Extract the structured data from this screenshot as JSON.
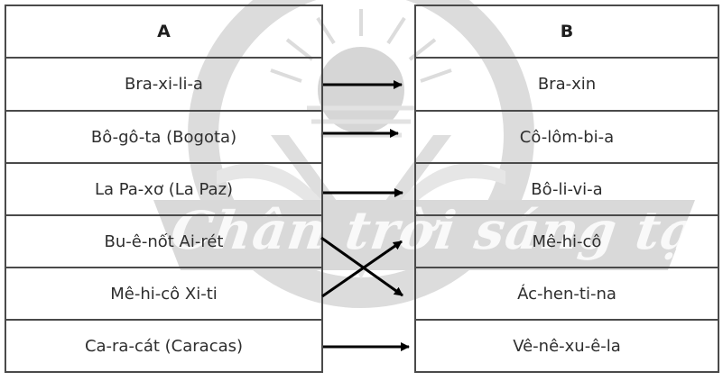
{
  "watermark": {
    "text": "Chân trời sáng tạo",
    "logo": "sun-and-open-book-logo",
    "color": "#d9d9d9"
  },
  "table_a": {
    "header": "A",
    "rows": [
      "Bra-xi-li-a",
      "Bô-gô-ta (Bogota)",
      "La Pa-xơ (La Paz)",
      "Bu-ê-nốt Ai-rét",
      "Mê-hi-cô Xi-ti",
      "Ca-ra-cát (Caracas)"
    ]
  },
  "table_b": {
    "header": "B",
    "rows": [
      "Bra-xin",
      "Cô-lôm-bi-a",
      "Bô-li-vi-a",
      "Mê-hi-cô",
      "Ác-hen-ti-na",
      "Vê-nê-xu-ê-la"
    ]
  },
  "connections": [
    {
      "from": "Bra-xi-li-a",
      "to": "Bra-xin",
      "from_index": 0,
      "to_index": 0
    },
    {
      "from": "Bô-gô-ta (Bogota)",
      "to": "Cô-lôm-bi-a",
      "from_index": 1,
      "to_index": 1
    },
    {
      "from": "La Pa-xơ (La Paz)",
      "to": "Bô-li-vi-a",
      "from_index": 2,
      "to_index": 2
    },
    {
      "from": "Bu-ê-nốt Ai-rét",
      "to": "Ác-hen-ti-na",
      "from_index": 3,
      "to_index": 4
    },
    {
      "from": "Mê-hi-cô Xi-ti",
      "to": "Mê-hi-cô",
      "from_index": 4,
      "to_index": 3
    },
    {
      "from": "Ca-ra-cát (Caracas)",
      "to": "Vê-nê-xu-ê-la",
      "from_index": 5,
      "to_index": 5
    }
  ],
  "colors": {
    "border": "#4a4a4a",
    "text": "#2e2e2e",
    "arrow": "#000000",
    "watermark_gray": "#d9d9d9",
    "background": "#ffffff"
  }
}
